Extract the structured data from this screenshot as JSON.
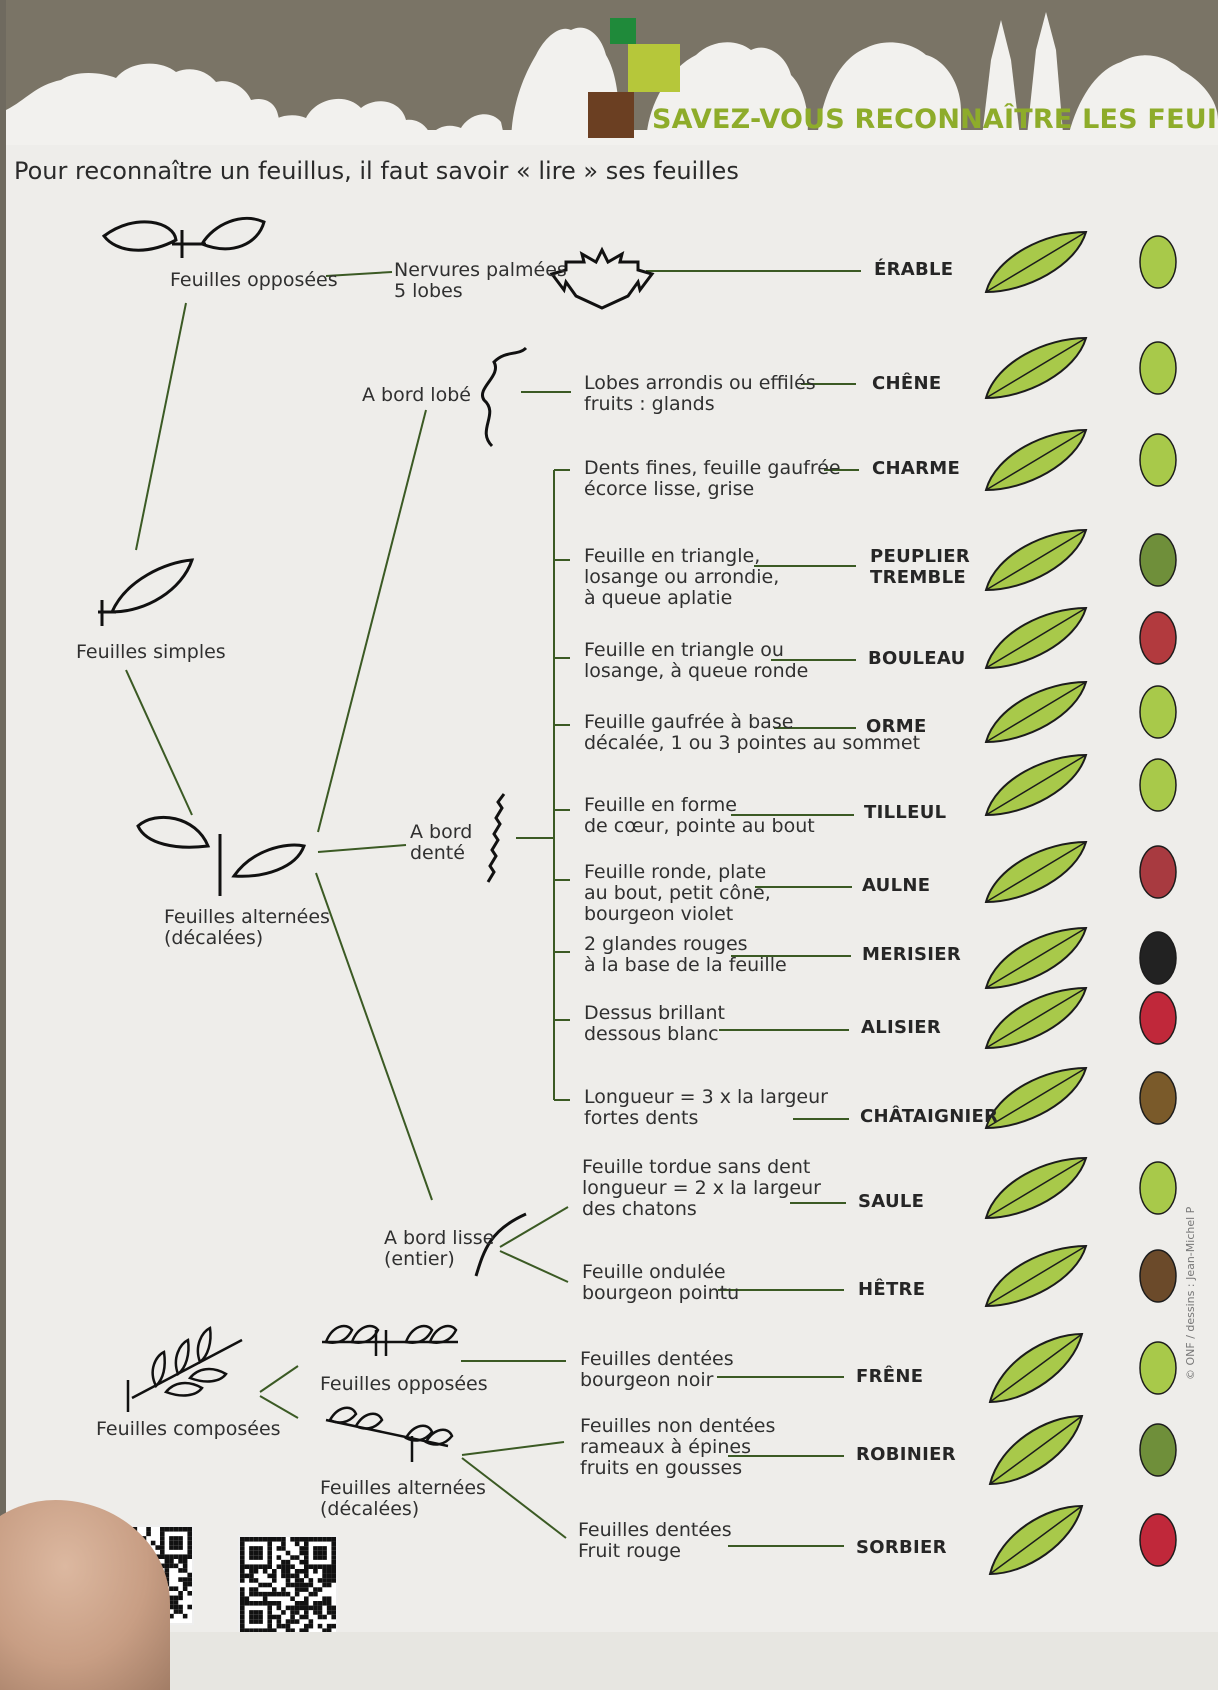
{
  "header": {
    "title": "SAVEZ-VOUS RECONNAÎTRE LES FEUILLU",
    "subtitle": "Pour reconnaître un feuillus, il faut savoir « lire » ses feuilles"
  },
  "colors": {
    "band": "#7a7466",
    "accent_green": "#8eac2a",
    "dark_green": "#1f8a3a",
    "brown": "#6b3f22",
    "leaf_fill": "#a8c94a",
    "line": "#3b5a24"
  },
  "categories": {
    "opposees": "Feuilles opposées",
    "simples": "Feuilles simples",
    "alternees": [
      "Feuilles alternées",
      "(décalées)"
    ],
    "composees": "Feuilles composées",
    "comp_opposees": "Feuilles opposées",
    "comp_alternees": [
      "Feuilles alternées",
      "(décalées)"
    ],
    "palmees": [
      "Nervures palmées",
      "5 lobes"
    ],
    "bord_lobe": "A bord lobé",
    "bord_dente": [
      "A bord",
      "denté"
    ],
    "bord_lisse": [
      "A bord lisse",
      "(entier)"
    ]
  },
  "trees": [
    {
      "name": [
        "ÉRABLE"
      ],
      "desc": [],
      "icon": "maple-leaf-icon"
    },
    {
      "name": [
        "CHÊNE"
      ],
      "desc": [
        "Lobes arrondis ou effilés",
        "fruits : glands"
      ],
      "icon": "oak-leaf-icon"
    },
    {
      "name": [
        "CHARME"
      ],
      "desc": [
        "Dents fines, feuille gaufrée",
        "écorce lisse, grise"
      ],
      "icon": "hornbeam-leaf-icon"
    },
    {
      "name": [
        "PEUPLIER",
        "TREMBLE"
      ],
      "desc": [
        "Feuille en triangle,",
        "losange ou arrondie,",
        "à queue aplatie"
      ],
      "icon": "aspen-leaf-icon"
    },
    {
      "name": [
        "BOULEAU"
      ],
      "desc": [
        "Feuille en triangle ou",
        "losange, à queue ronde"
      ],
      "icon": "birch-leaf-icon"
    },
    {
      "name": [
        "ORME"
      ],
      "desc": [
        "Feuille gaufrée à base",
        "décalée, 1 ou 3 pointes au sommet"
      ],
      "icon": "elm-leaf-icon"
    },
    {
      "name": [
        "TILLEUL"
      ],
      "desc": [
        "Feuille en forme",
        "de cœur, pointe au bout"
      ],
      "icon": "linden-leaf-icon"
    },
    {
      "name": [
        "AULNE"
      ],
      "desc": [
        "Feuille ronde, plate",
        "au bout, petit cône,",
        "bourgeon violet"
      ],
      "icon": "alder-leaf-icon"
    },
    {
      "name": [
        "MERISIER"
      ],
      "desc": [
        "2 glandes rouges",
        "à la base de la feuille"
      ],
      "icon": "cherry-leaf-icon"
    },
    {
      "name": [
        "ALISIER"
      ],
      "desc": [
        "Dessus brillant",
        "dessous blanc"
      ],
      "icon": "whitebeam-leaf-icon"
    },
    {
      "name": [
        "CHÂTAIGNIER"
      ],
      "desc": [
        "Longueur = 3 x la largeur",
        "fortes dents"
      ],
      "icon": "chestnut-leaf-icon"
    },
    {
      "name": [
        "SAULE"
      ],
      "desc": [
        "Feuille tordue sans dent",
        "longueur = 2 x la largeur",
        "des chatons"
      ],
      "icon": "willow-leaf-icon"
    },
    {
      "name": [
        "HÊTRE"
      ],
      "desc": [
        "Feuille ondulée",
        "bourgeon pointu"
      ],
      "icon": "beech-leaf-icon"
    },
    {
      "name": [
        "FRÊNE"
      ],
      "desc": [
        "Feuilles dentées",
        "bourgeon noir"
      ],
      "icon": "ash-leaf-icon"
    },
    {
      "name": [
        "ROBINIER"
      ],
      "desc": [
        "Feuilles non dentées",
        "rameaux à épines",
        "fruits en gousses"
      ],
      "icon": "robinia-leaf-icon"
    },
    {
      "name": [
        "SORBIER"
      ],
      "desc": [
        "Feuilles dentées",
        "Fruit rouge"
      ],
      "icon": "rowan-leaf-icon"
    }
  ],
  "footer": {
    "credit": "© ONF / dessins : Jean-Michel P"
  }
}
